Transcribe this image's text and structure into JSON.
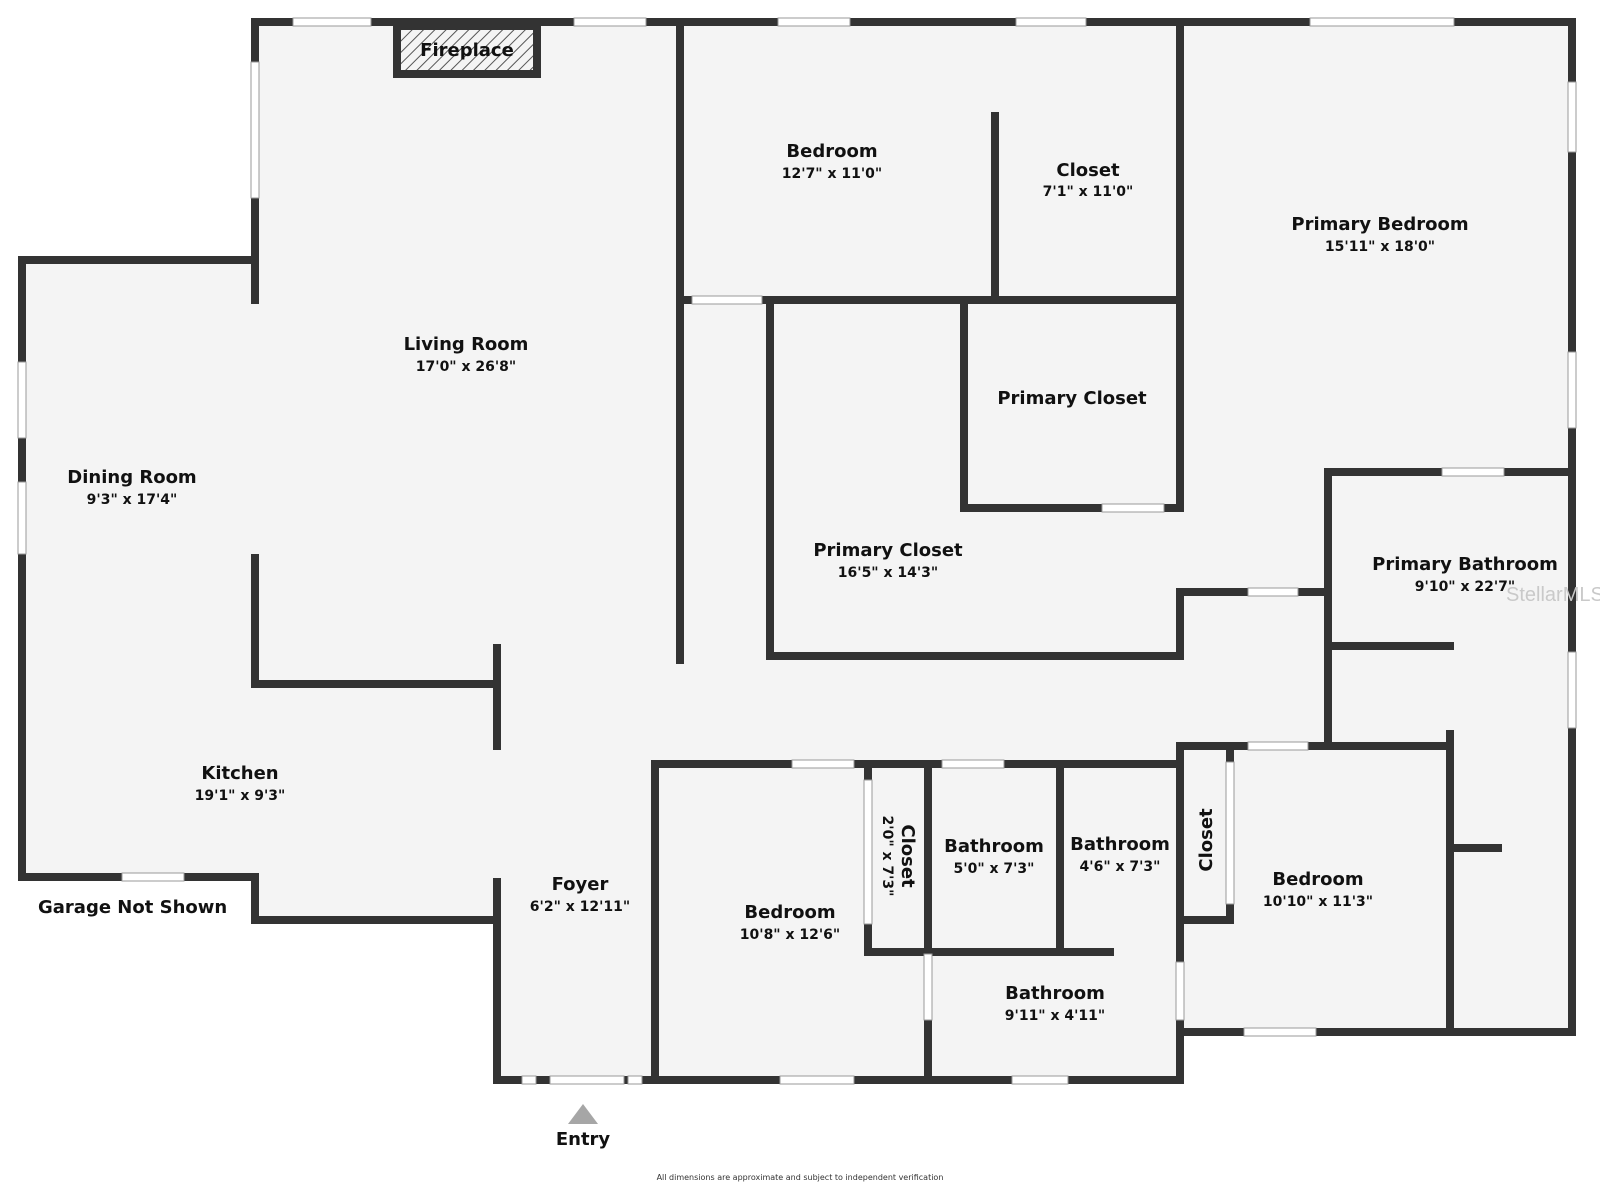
{
  "rooms": {
    "fireplace": {
      "name": "Fireplace"
    },
    "bedroom_top": {
      "name": "Bedroom",
      "dims": "12'7\" x 11'0\""
    },
    "closet_top": {
      "name": "Closet",
      "dims": "7'1\" x 11'0\""
    },
    "primary_bedroom": {
      "name": "Primary Bedroom",
      "dims": "15'11\" x 18'0\""
    },
    "living_room": {
      "name": "Living Room",
      "dims": "17'0\" x 26'8\""
    },
    "primary_closet_small": {
      "name": "Primary Closet"
    },
    "dining_room": {
      "name": "Dining Room",
      "dims": "9'3\" x 17'4\""
    },
    "primary_closet_large": {
      "name": "Primary Closet",
      "dims": "16'5\" x 14'3\""
    },
    "primary_bathroom": {
      "name": "Primary Bathroom",
      "dims": "9'10\" x 22'7\""
    },
    "kitchen": {
      "name": "Kitchen",
      "dims": "19'1\" x 9'3\""
    },
    "foyer": {
      "name": "Foyer",
      "dims": "6'2\" x 12'11\""
    },
    "bedroom_front": {
      "name": "Bedroom",
      "dims": "10'8\" x 12'6\""
    },
    "closet_front": {
      "name": "Closet",
      "dims": "2'0\" x 7'3\""
    },
    "bathroom_a": {
      "name": "Bathroom",
      "dims": "5'0\" x 7'3\""
    },
    "bathroom_b": {
      "name": "Bathroom",
      "dims": "4'6\" x 7'3\""
    },
    "closet_right": {
      "name": "Closet"
    },
    "bedroom_right": {
      "name": "Bedroom",
      "dims": "10'10\" x 11'3\""
    },
    "bathroom_c": {
      "name": "Bathroom",
      "dims": "9'11\" x 4'11\""
    }
  },
  "notes": {
    "garage": "Garage Not Shown",
    "entry": "Entry",
    "footer": "All dimensions are approximate and subject to independent verification",
    "watermark": "StellarMLS"
  },
  "colors": {
    "wall": "#333333",
    "floor": "#f4f4f4",
    "window": "#ffffff",
    "entry_arrow": "#a6a6a6"
  }
}
